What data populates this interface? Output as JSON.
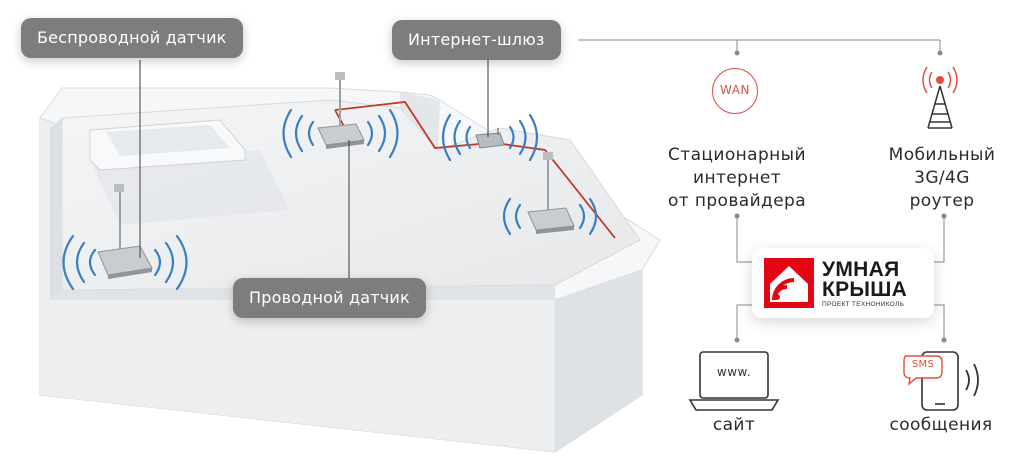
{
  "callouts": {
    "wireless_sensor": "Беспроводной датчик",
    "internet_gateway": "Интернет-шлюз",
    "wired_sensor": "Проводной датчик"
  },
  "network": {
    "wan_badge": "WAN",
    "fixed_internet": [
      "Стационарный",
      "интернет",
      "от провайдера"
    ],
    "mobile_router": [
      "Мобильный",
      "3G/4G",
      "роутер"
    ]
  },
  "brand": {
    "name_line1": "УМНАЯ",
    "name_line2": "КРЫША",
    "tagline": "ПРОЕКТ ТЕХНОНИКОЛЬ",
    "accent": "#e30613"
  },
  "outputs": {
    "site_screen": "www.",
    "site_label": "сайт",
    "sms_bubble": "SMS",
    "messages_label": "сообщения"
  },
  "colors": {
    "pill_bg": "#7d7d7d",
    "wave_blue": "#3a7ec4",
    "cable_red": "#c0392b",
    "line_gray": "#8a8a8a"
  }
}
